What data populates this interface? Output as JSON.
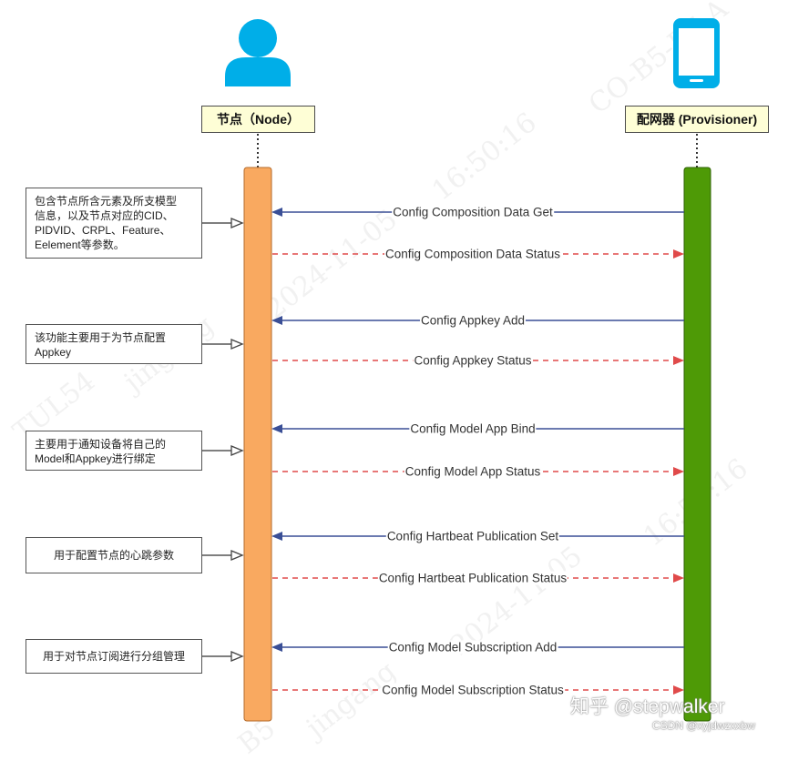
{
  "actors": {
    "node": {
      "label": "节点（Node）",
      "icon": "user-icon"
    },
    "provisioner": {
      "label": "配网器 (Provisioner)",
      "icon": "smartphone-icon"
    }
  },
  "messages": [
    {
      "label": "Config Composition Data Get",
      "direction": "to-node",
      "style": "solid"
    },
    {
      "label": "Config Composition Data Status",
      "direction": "to-provisioner",
      "style": "dashed"
    },
    {
      "label": "Config Appkey Add",
      "direction": "to-node",
      "style": "solid"
    },
    {
      "label": "Config Appkey Status",
      "direction": "to-provisioner",
      "style": "dashed"
    },
    {
      "label": "Config Model App Bind",
      "direction": "to-node",
      "style": "solid"
    },
    {
      "label": "Config Model App Status",
      "direction": "to-provisioner",
      "style": "dashed"
    },
    {
      "label": "Config Hartbeat Publication Set",
      "direction": "to-node",
      "style": "solid"
    },
    {
      "label": "Config Hartbeat Publication Status",
      "direction": "to-provisioner",
      "style": "dashed"
    },
    {
      "label": "Config Model Subscription Add",
      "direction": "to-node",
      "style": "solid"
    },
    {
      "label": "Config Model Subscription Status",
      "direction": "to-provisioner",
      "style": "dashed"
    }
  ],
  "notes": [
    {
      "lines": [
        "包含节点所含元素及所支模型",
        "信息，以及节点对应的CID、",
        "PIDVID、CRPL、Feature、",
        "Eelement等参数。"
      ]
    },
    {
      "lines": [
        "该功能主要用于为节点配置",
        "Appkey"
      ]
    },
    {
      "lines": [
        "主要用于通知设备将自己的",
        "Model和Appkey进行绑定"
      ]
    },
    {
      "lines": [
        "用于配置节点的心跳参数"
      ]
    },
    {
      "lines": [
        "用于对节点订阅进行分组管理"
      ]
    }
  ],
  "watermarks": [
    "CO-B5-B7-A",
    "16:50:16",
    "2024-11-05",
    "jingang",
    "TUL54",
    "16:50:16",
    "2024-11-05",
    "jingang",
    "B5"
  ],
  "credits": {
    "zhihu": "知乎 @stepwalker",
    "csdn": "CSDN @xyjdwzxxbw"
  },
  "colors": {
    "node_lifeline": "#f9a960",
    "provisioner_lifeline": "#4e9a06",
    "request_arrow": "#3a4f96",
    "response_arrow": "#e04a4a",
    "actor_icon": "#00aee8"
  }
}
